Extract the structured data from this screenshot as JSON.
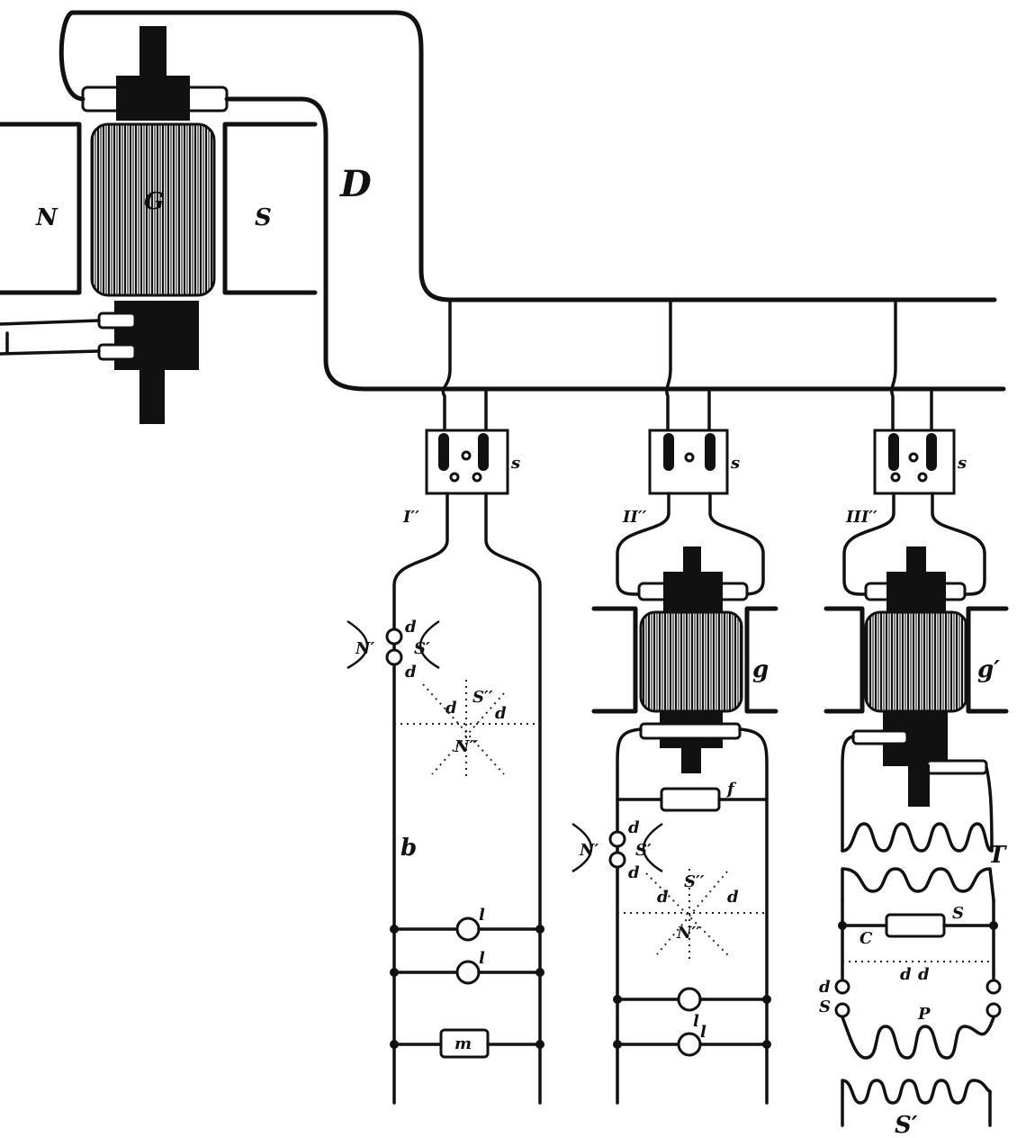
{
  "labels": {
    "main_generator": "G",
    "north_pole": "N",
    "south_pole": "S",
    "feeder": "D",
    "switch_label": "s",
    "circuit_1": "I′′",
    "circuit_2": "II′′",
    "circuit_3": "III′′",
    "motor_1": "g",
    "motor_2": "g′",
    "lamp_line": "b",
    "arc_d": "d",
    "arc_n1": "N′",
    "arc_s1": "S′",
    "arc_s2": "S′′",
    "arc_n2": "N′′",
    "lamp_l": "l",
    "meter": "m",
    "coil_f": "f",
    "transformer_primary": "T",
    "secondary_s": "S",
    "condenser_c": "C",
    "coil_p": "P",
    "secondary_bottom": "S′"
  },
  "colors": {
    "ink": "#111111",
    "paper": "#ffffff"
  }
}
